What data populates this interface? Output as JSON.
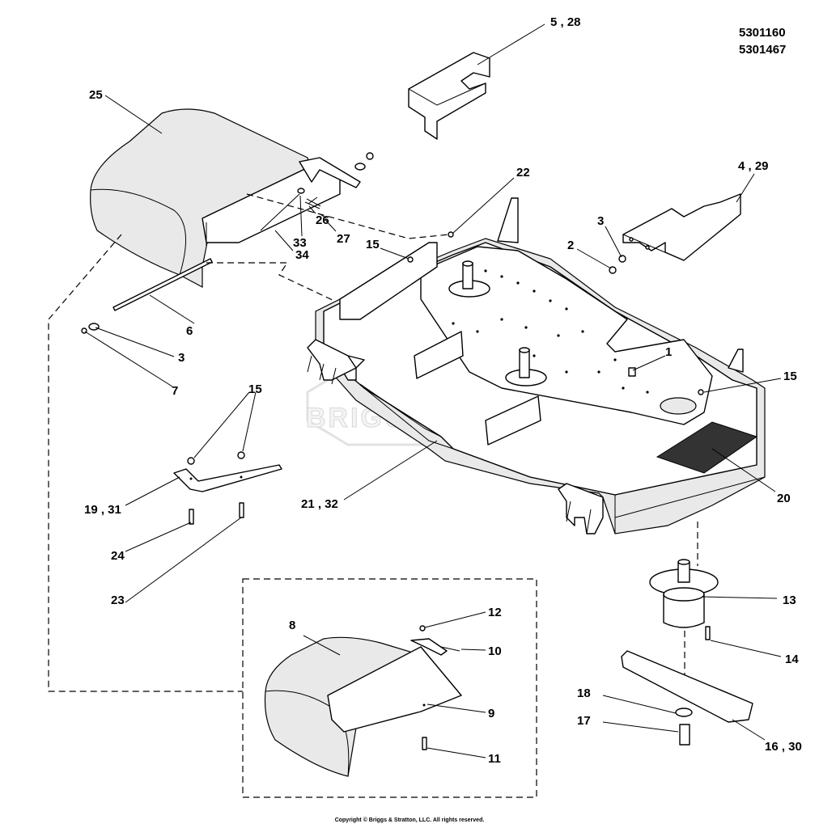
{
  "part_numbers": [
    "5301160",
    "5301467"
  ],
  "watermark": "BRIGGS & STRATTON",
  "copyright": "Copyright © Briggs & Stratton, LLC. All rights reserved.",
  "callouts": {
    "c5_28": "5 , 28",
    "c25": "25",
    "c22": "22",
    "c4_29": "4 , 29",
    "c3a": "3",
    "c2": "2",
    "c26": "26",
    "c27": "27",
    "c33": "33",
    "c34": "34",
    "c15a": "15",
    "c6": "6",
    "c3b": "3",
    "c7": "7",
    "c1": "1",
    "c15b": "15",
    "c15c": "15",
    "c19_31": "19 , 31",
    "c21_32": "21 , 32",
    "c20": "20",
    "c24": "24",
    "c23": "23",
    "c13": "13",
    "c14": "14",
    "c12": "12",
    "c8": "8",
    "c10": "10",
    "c9": "9",
    "c18": "18",
    "c17": "17",
    "c16_30": "16 , 30",
    "c11": "11"
  }
}
